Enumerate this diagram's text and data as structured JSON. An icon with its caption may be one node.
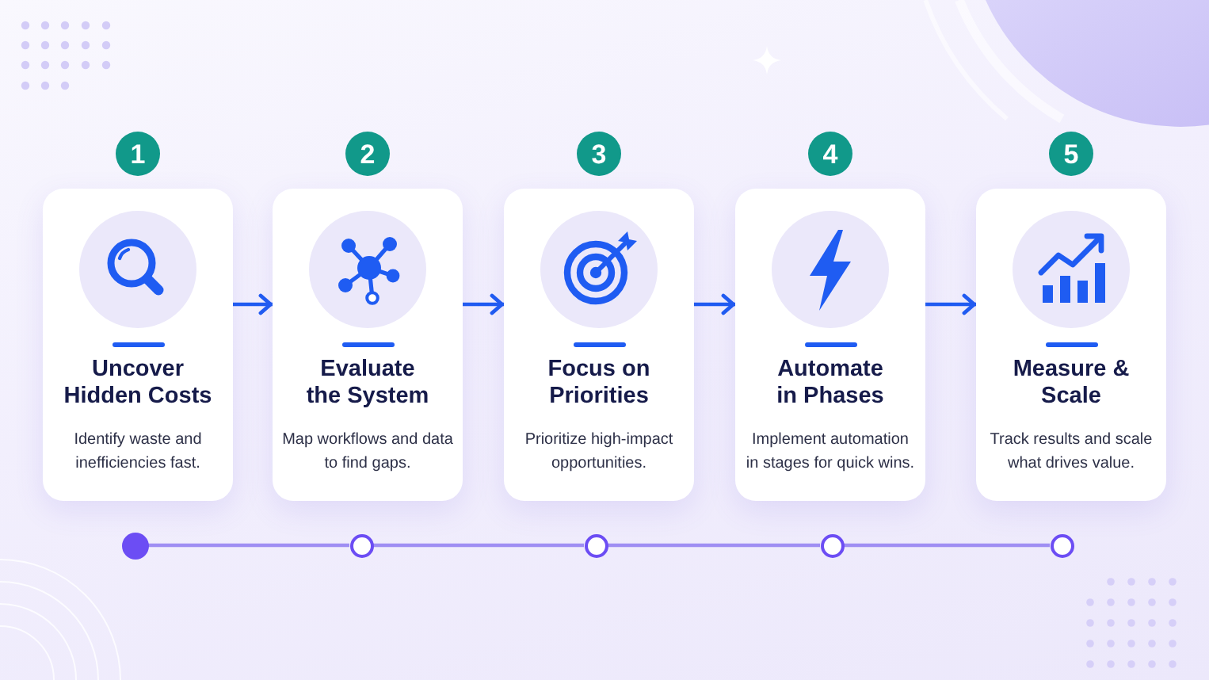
{
  "diagram": {
    "nodes": [
      {
        "text": [
          "1"
        ]
      },
      {
        "text": [
          "Uncover Hidden Costs",
          "Identify waste and inefficiencies fast."
        ]
      },
      {
        "text": [
          "2"
        ]
      },
      {
        "text": [
          "Evaluate the System",
          "Map workflows and data to find gaps."
        ]
      },
      {
        "text": [
          "3"
        ]
      },
      {
        "text": [
          "Focus on Priorities",
          "Prioritize high-impact opportunities."
        ]
      },
      {
        "text": [
          "4"
        ]
      },
      {
        "text": [
          "Automate in Phases",
          "Implement automation in stages for quick wins."
        ]
      },
      {
        "text": [
          "5"
        ]
      },
      {
        "text": [
          "Measure & Scale",
          "Track results and scale what drives value."
        ]
      },
      {
        "text": [],
        "shape": "circle"
      },
      {
        "text": [],
        "shape": "circle"
      },
      {
        "text": [],
        "shape": "circle"
      },
      {
        "text": [],
        "shape": "circle"
      },
      {
        "text": [],
        "shape": "circle"
      }
    ],
    "edges": [
      {
        "from": 1,
        "to": 3,
        "arrow": "to"
      },
      {
        "from": 3,
        "to": 5,
        "arrow": "to"
      },
      {
        "from": 5,
        "to": 7,
        "arrow": "to"
      },
      {
        "from": 7,
        "to": 9,
        "arrow": "to"
      },
      {
        "from": 10,
        "to": 11,
        "arrow": "none",
        "color": "#9f8ef3"
      },
      {
        "from": 11,
        "to": 12,
        "arrow": "none",
        "color": "#9f8ef3"
      },
      {
        "from": 12,
        "to": 13,
        "arrow": "none",
        "color": "#9f8ef3"
      },
      {
        "from": 13,
        "to": 14,
        "arrow": "none",
        "color": "#9f8ef3"
      }
    ]
  }
}
